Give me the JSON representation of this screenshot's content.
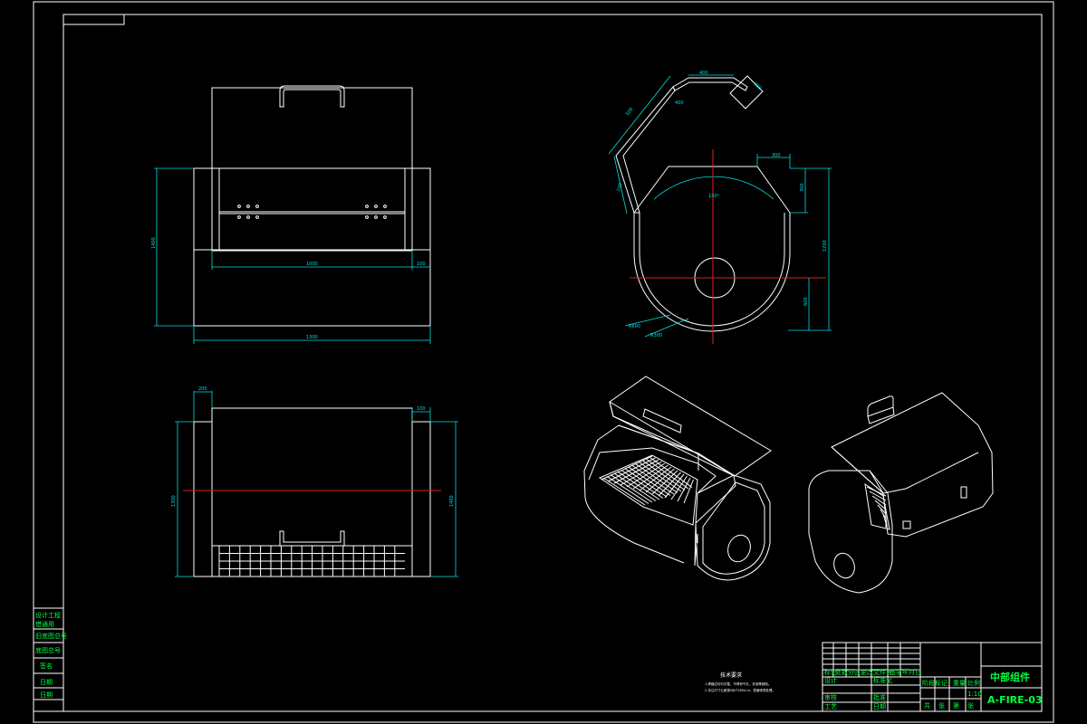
{
  "colors": {
    "background": "#000000",
    "line": "#ffffff",
    "dimension": "#00e0e0",
    "centerline": "#e02020",
    "text": "#00ff40"
  },
  "left_column": {
    "labels": [
      "设计工程",
      "借通用",
      "旧底图总号",
      "底图总号",
      "签名",
      "日期",
      "日期"
    ]
  },
  "title_block": {
    "name": "中部组件",
    "code": "A-FIRE-03",
    "row_labels": [
      "标记",
      "处数",
      "分区",
      "更改文件号",
      "签名",
      "年月日"
    ],
    "roles": [
      "设计",
      "审核",
      "工艺"
    ],
    "std_labels": [
      "标准化",
      "批准",
      "日期"
    ],
    "stage_labels": [
      "阶段标记",
      "重量",
      "比例"
    ],
    "sheet_labels": [
      "共",
      "张",
      "第",
      "张"
    ],
    "ratio": "1:10"
  },
  "notes": {
    "title": "技术要求",
    "lines": [
      "1.焊缝应均匀平整，不得有气孔、夹渣等缺陷。",
      "2.未注尺寸公差按GB/T1804-m，表面喷漆处理。"
    ]
  },
  "dimensions": {
    "front_width": "1000",
    "front_total": "1300",
    "front_side": "100",
    "front_height": "1400",
    "side_top": "300",
    "side_angle": "130°",
    "side_right": "1200",
    "side_mid": "300",
    "side_small": "200",
    "side_right2": "600",
    "side_r1": "R600",
    "side_r2": "R300",
    "side_lid1": "500",
    "side_lid2": "200",
    "side_lid3": "400",
    "side_top2": "400",
    "top_left": "200",
    "top_right": "100",
    "top_height": "1300",
    "top_height2": "1400"
  }
}
